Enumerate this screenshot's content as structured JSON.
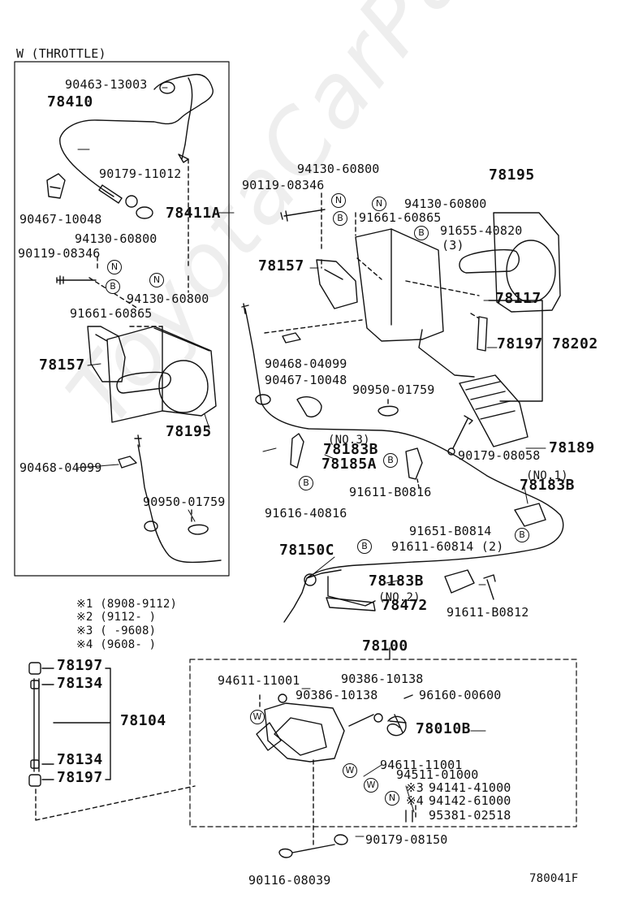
{
  "frame_title": "W (THROTTLE)",
  "diagram_code": "780041F",
  "watermark": "ToyotaCarParts.ru",
  "marks": {
    "N": "N",
    "B": "B",
    "W": "W"
  },
  "notes": [
    "※1 (8908-9112)",
    "※2 (9112-        )",
    "※3 (        -9608)",
    "※4 (9608-        )"
  ],
  "left_box": {
    "p1": "90463-13003",
    "p2": "78410",
    "p3": "90179-11012",
    "p4": "90467-10048",
    "p5": "78411A",
    "p6": "94130-60800",
    "p7": "90119-08346",
    "p8": "94130-60800",
    "p9": "91661-60865",
    "p10": "78157",
    "p11": "78195",
    "p12": "90468-04099",
    "p13": "90950-01759"
  },
  "right": {
    "r1": "94130-60800",
    "r2": "90119-08346",
    "r3": "94130-60800",
    "r4": "91661-60865",
    "r5": "78195",
    "r6": "91655-40820",
    "r6q": "(3)",
    "r7": "78157",
    "r8": "78117",
    "r9": "90468-04099",
    "r10": "78197",
    "r11": "78202",
    "r12": "90467-10048",
    "r13": "90950-01759",
    "r14": "(NO.3)",
    "r15": "78183B",
    "r16": "78185A",
    "r17": "90179-08058",
    "r18": "78189",
    "r19": "(NO.1)",
    "r20": "78183B",
    "r21": "91611-B0816",
    "r22": "91616-40816",
    "r23": "91651-B0814",
    "r24": "78150C",
    "r25": "91611-60814 (2)",
    "r26": "78183B",
    "r27": "(NO.2)",
    "r28": "78472",
    "r29": "91611-B0812"
  },
  "bottom": {
    "b1": "78100",
    "b2": "78197",
    "b3": "78134",
    "b4": "78104",
    "b5": "78134",
    "b6": "78197",
    "b7": "94611-11001",
    "b8": "90386-10138",
    "b9": "90386-10138",
    "b10": "96160-00600",
    "b11": "78010B",
    "b12": "94611-11001",
    "b13": "94511-01000",
    "b14": "※3",
    "b15": "94141-41000",
    "b16": "※4",
    "b17": "94142-61000",
    "b18": "95381-02518",
    "b19": "90179-08150",
    "b20": "90116-08039"
  }
}
